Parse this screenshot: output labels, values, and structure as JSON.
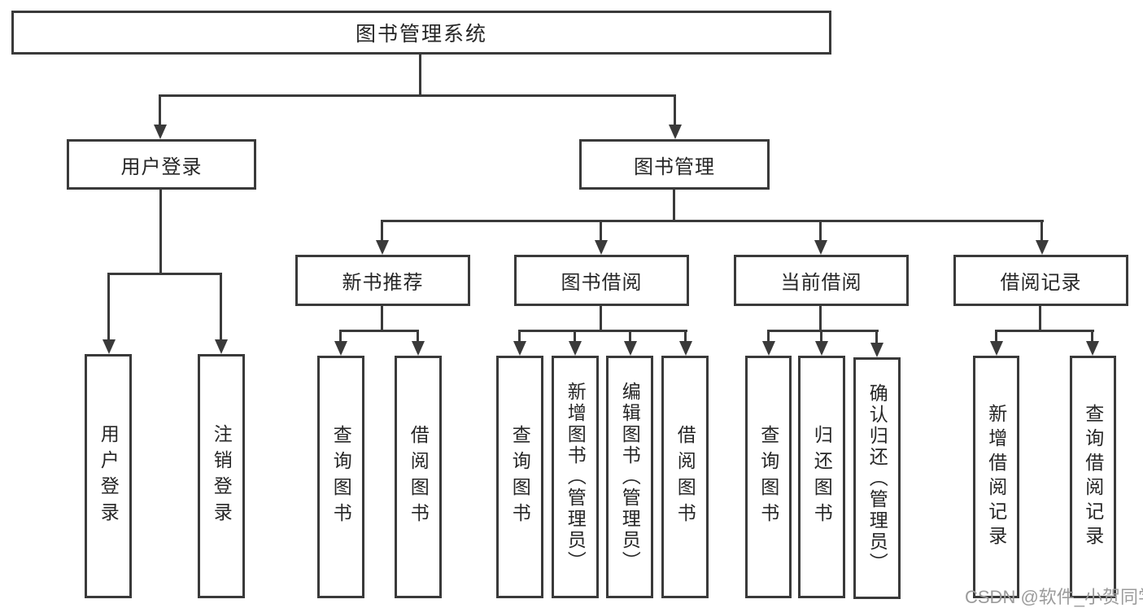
{
  "colors": {
    "line": "#3a3a3a",
    "text": "#262626",
    "watermark": "#9b9b9b",
    "background": "#ffffff"
  },
  "diagram": {
    "root_label": "图书管理系统",
    "branches": [
      {
        "label": "用户登录",
        "leaves": [
          "用户登录",
          "注销登录"
        ]
      },
      {
        "label": "图书管理",
        "groups": [
          {
            "label": "新书推荐",
            "leaves": [
              "查询图书",
              "借阅图书"
            ]
          },
          {
            "label": "图书借阅",
            "leaves": [
              "查询图书",
              "新增图书（管理员）",
              "编辑图书（管理员）",
              "借阅图书"
            ]
          },
          {
            "label": "当前借阅",
            "leaves": [
              "查询图书",
              "归还图书",
              "确认归还（管理员）"
            ]
          },
          {
            "label": "借阅记录",
            "leaves": [
              "新增借阅记录",
              "查询借阅记录"
            ]
          }
        ]
      }
    ]
  },
  "watermark": {
    "text": "CSDN @软件_小贺同学"
  }
}
